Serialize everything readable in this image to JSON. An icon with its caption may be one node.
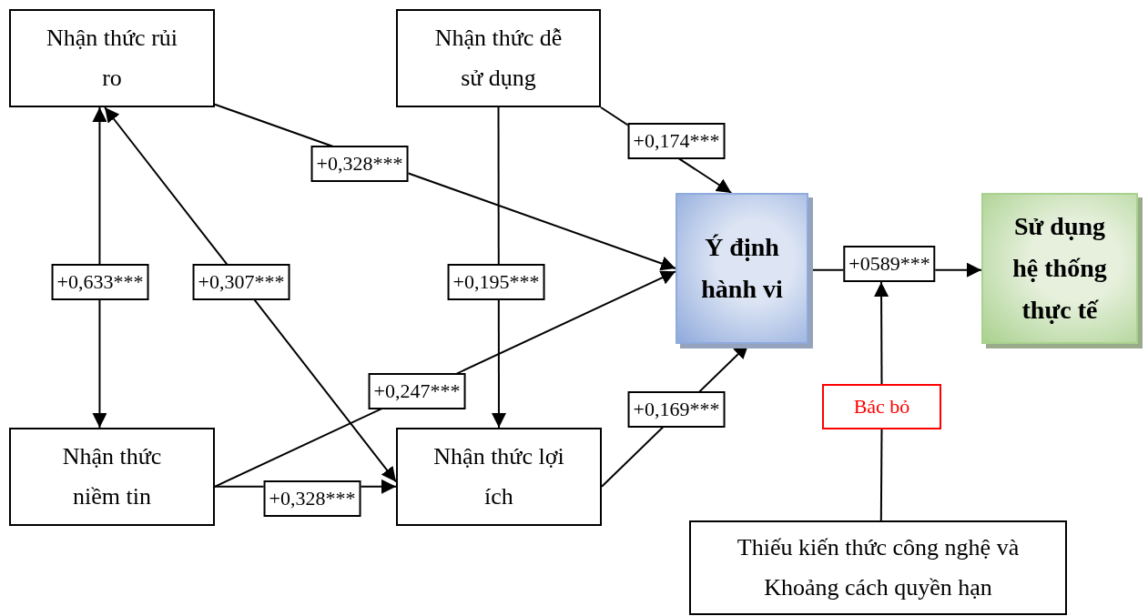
{
  "diagram": {
    "nodes": [
      {
        "text": [
          "Nhận thức rủi ro"
        ]
      },
      {
        "text": [
          "Nhận thức dễ sử dụng"
        ]
      },
      {
        "text": [
          "Ý định hành vi"
        ]
      },
      {
        "text": [
          "Sử dụng hệ thống thực tế"
        ]
      },
      {
        "text": [
          "Nhận thức niềm tin"
        ]
      },
      {
        "text": [
          "Nhận thức lợi ích"
        ]
      },
      {
        "text": [
          "Bác bỏ"
        ]
      },
      {
        "text": [
          "Thiếu kiến thức công nghệ và Khoảng cách quyền hạn"
        ]
      }
    ],
    "edges": [
      {
        "from": 0,
        "to": 2,
        "arrow": "to",
        "label": "+0,328***"
      },
      {
        "from": 1,
        "to": 2,
        "arrow": "to",
        "label": "+0,174***"
      },
      {
        "from": 1,
        "to": 5,
        "arrow": "to",
        "label": "+0,195***"
      },
      {
        "from": 0,
        "to": 4,
        "arrow": "both",
        "label": "+0,633***"
      },
      {
        "from": 0,
        "to": 5,
        "arrow": "both",
        "label": "+0,307***"
      },
      {
        "from": 4,
        "to": 2,
        "arrow": "to",
        "label": "+0,247***"
      },
      {
        "from": 4,
        "to": 5,
        "arrow": "to",
        "label": "+0,328***"
      },
      {
        "from": 5,
        "to": 2,
        "arrow": "to",
        "label": "+0,169***"
      },
      {
        "from": 2,
        "to": 3,
        "arrow": "to",
        "label": "+0589***"
      },
      {
        "from": 7,
        "to": 6,
        "arrow": "none"
      },
      {
        "from": 6,
        "to": null,
        "arrow": "to"
      }
    ]
  }
}
